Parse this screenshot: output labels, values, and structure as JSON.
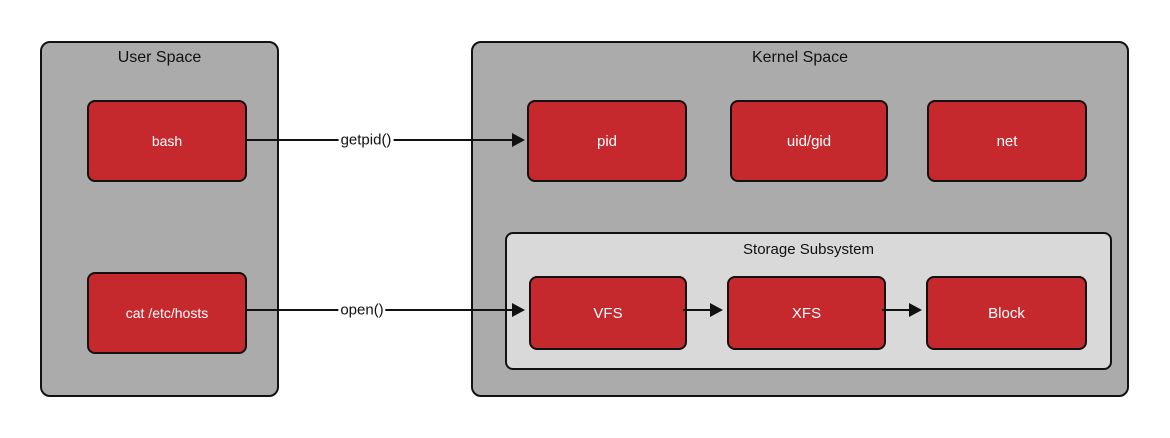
{
  "colors": {
    "background": "#FFFFFF",
    "container_fill": "#ABABAB",
    "subsystem_fill": "#D9D9D9",
    "node_fill": "#C5292E",
    "border": "#121212",
    "node_text": "#FFFFFF",
    "title_text": "#111111",
    "arrow": "#111111"
  },
  "user_space": {
    "title": "User Space",
    "nodes": {
      "bash": "bash",
      "cat_etc_hosts": "cat /etc/hosts"
    }
  },
  "kernel_space": {
    "title": "Kernel Space",
    "nodes": {
      "pid": "pid",
      "uid_gid": "uid/gid",
      "net": "net"
    },
    "storage_subsystem": {
      "title": "Storage Subsystem",
      "nodes": {
        "vfs": "VFS",
        "xfs": "XFS",
        "block": "Block"
      }
    }
  },
  "arrows": {
    "getpid": {
      "label": "getpid()",
      "from": "bash",
      "to": "pid"
    },
    "open": {
      "label": "open()",
      "from": "cat /etc/hosts",
      "to": "VFS"
    },
    "vfs_to_xfs": {
      "from": "VFS",
      "to": "XFS"
    },
    "xfs_to_block": {
      "from": "XFS",
      "to": "Block"
    }
  }
}
